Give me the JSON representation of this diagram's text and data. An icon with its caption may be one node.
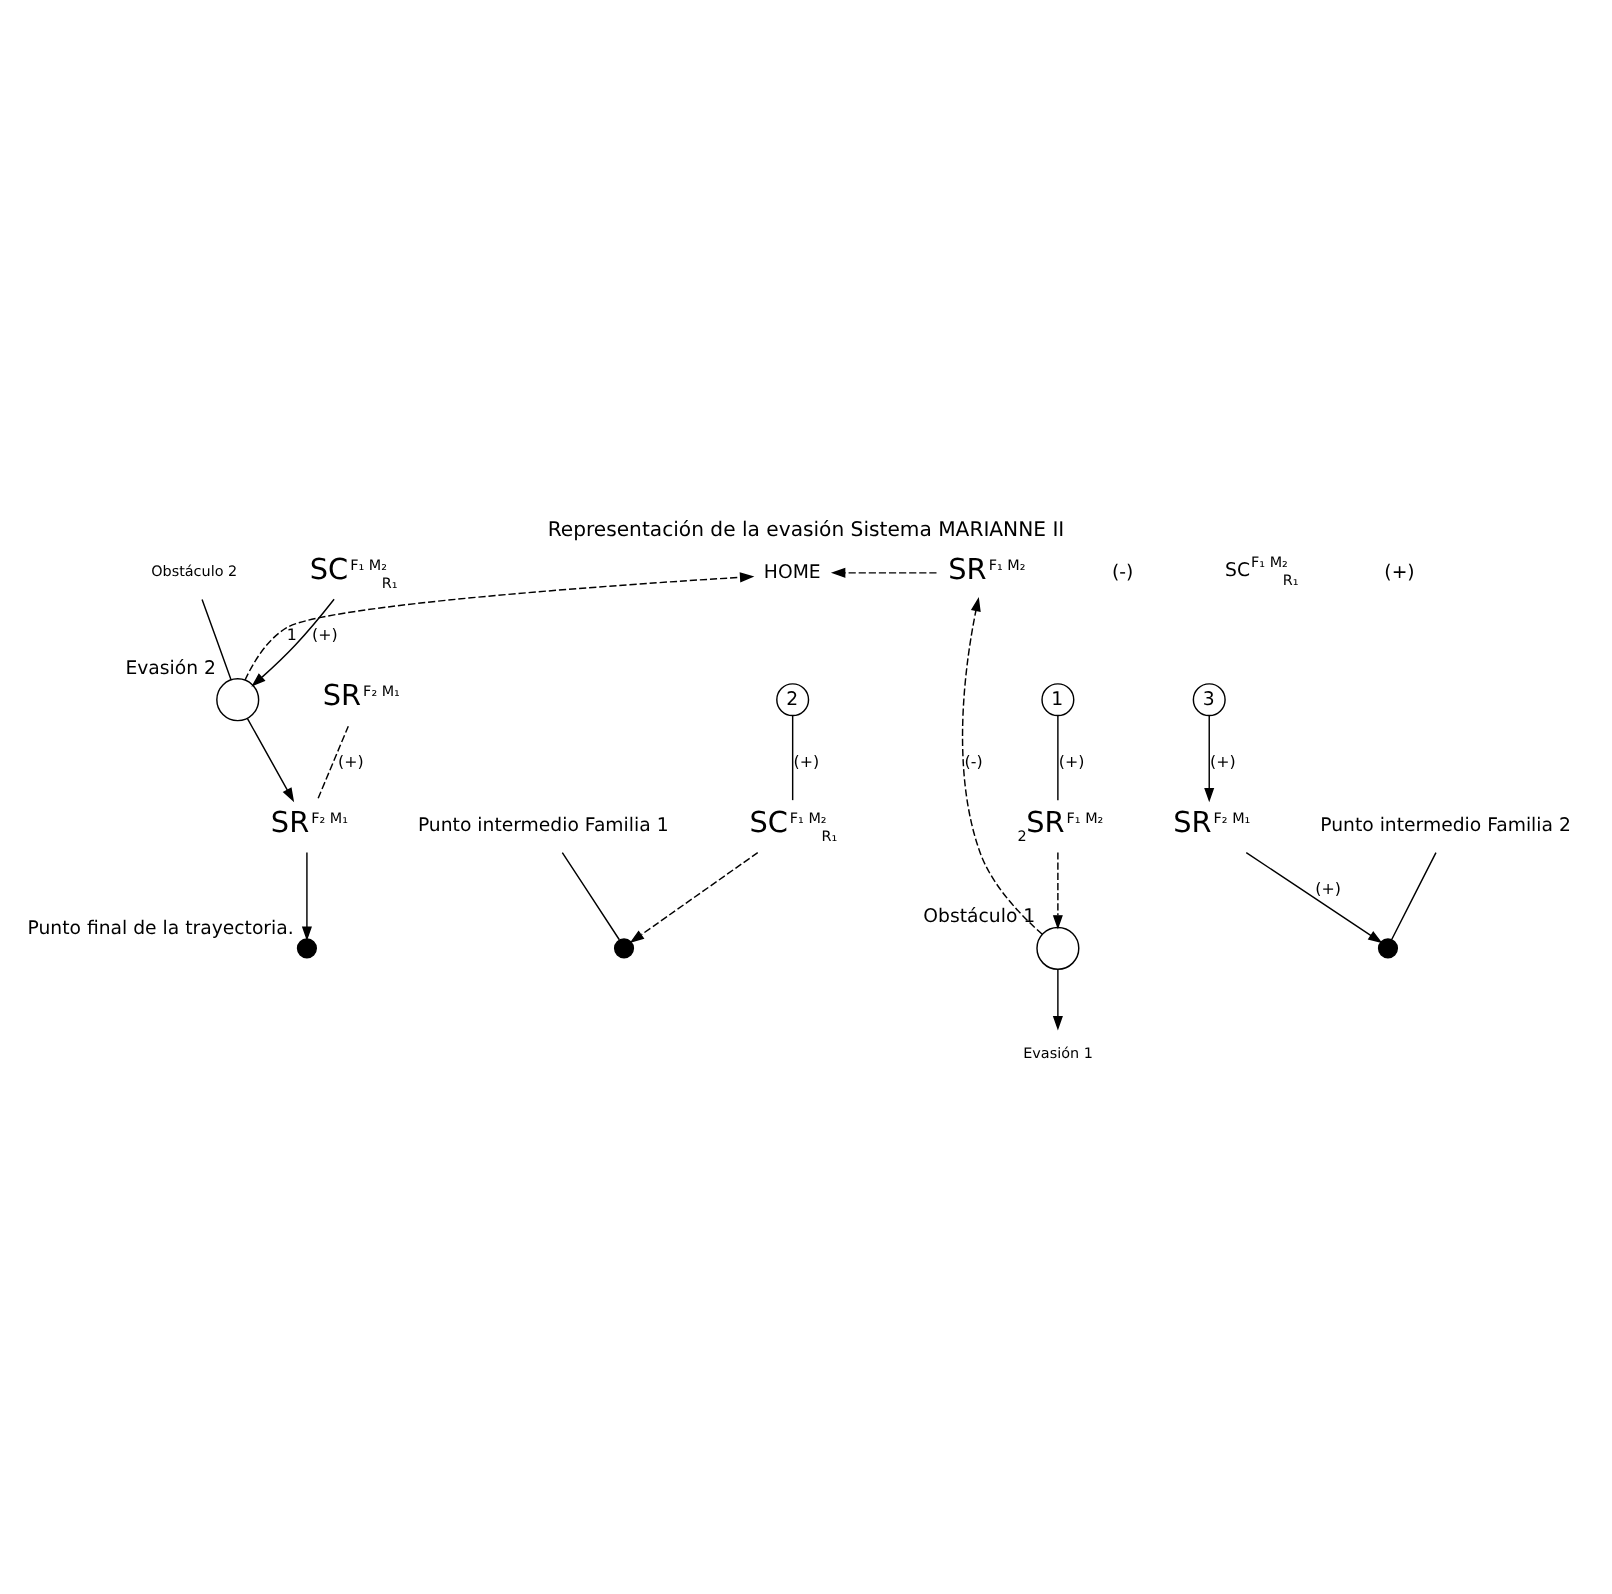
{
  "diagram": {
    "title": "Representación de la evasión Sistema MARIANNE II",
    "nodes": [
      {
        "text": [
          "HOME"
        ]
      },
      {
        "text": [
          "1"
        ]
      },
      {
        "text": [
          "2"
        ]
      },
      {
        "text": [
          "3"
        ]
      },
      {
        "text": [
          "SR$^{F₁ M₂}$"
        ]
      },
      {
        "text": [
          "$_{2}$SR$^{F₁ M₂}$"
        ]
      },
      {
        "text": [],
        "shape": "circle",
        "beside": [
          "Obstáculo 1"
        ]
      },
      {
        "text": [
          "Evasión 1"
        ]
      },
      {
        "text": [
          "SC$^{F₁ M₂}$$_{R₁}$"
        ]
      },
      {
        "text": [],
        "shape": "circle"
      },
      {
        "text": [
          "Punto intermedio Familia 1"
        ]
      },
      {
        "text": [
          "SR$^{F₂ M₁}$"
        ]
      },
      {
        "text": [],
        "shape": "circle"
      },
      {
        "text": [
          "Punto intermedio Familia 2"
        ]
      },
      {
        "text": [
          "Obstáculo 2"
        ]
      },
      {
        "text": [],
        "shape": "circle",
        "beside": [
          "Evasión 2"
        ]
      },
      {
        "text": [
          "SC$^{F₁ M₂}$$_{R₁}$"
        ]
      },
      {
        "text": [
          "SR$^{F₂ M₁}$"
        ]
      },
      {
        "text": [
          "SR$^{F₂ M₁}$"
        ]
      },
      {
        "text": [],
        "shape": "circle",
        "beside": [
          "Punto final de la trayectoria."
        ]
      }
    ],
    "edges": [
      {
        "from": 1,
        "to": 5,
        "arrow": "none",
        "label": "(+)"
      },
      {
        "from": 2,
        "to": 8,
        "arrow": "none",
        "label": "(+)"
      },
      {
        "from": 3,
        "to": 11,
        "arrow": "to",
        "label": "(+)"
      },
      {
        "from": 5,
        "to": 6,
        "arrow": "to",
        "style": "dashed"
      },
      {
        "from": 6,
        "to": 4,
        "arrow": "to",
        "style": "dashed",
        "label": "(-)"
      },
      {
        "from": 4,
        "to": 0,
        "arrow": "to",
        "style": "dashed"
      },
      {
        "from": 6,
        "to": 7,
        "arrow": "to"
      },
      {
        "from": 8,
        "to": 9,
        "arrow": "to",
        "style": "dashed"
      },
      {
        "from": 10,
        "to": 9,
        "arrow": "none"
      },
      {
        "from": 11,
        "to": 12,
        "arrow": "to",
        "label": "(+)"
      },
      {
        "from": 13,
        "to": 12,
        "arrow": "none"
      },
      {
        "from": 14,
        "to": 15,
        "arrow": "none"
      },
      {
        "from": 16,
        "to": 15,
        "arrow": "to",
        "label": "(+)"
      },
      {
        "from": 15,
        "to": 0,
        "arrow": "to",
        "style": "dashed",
        "label": "1"
      },
      {
        "from": 15,
        "to": 18,
        "arrow": "to"
      },
      {
        "from": 17,
        "to": 18,
        "arrow": "none",
        "style": "dashed",
        "label": "(+)"
      },
      {
        "from": 18,
        "to": 19,
        "arrow": "to"
      }
    ],
    "labels": [
      "(-)",
      "SC$^{F₁ M₂}$$_{R₁}$",
      "(+)"
    ]
  }
}
